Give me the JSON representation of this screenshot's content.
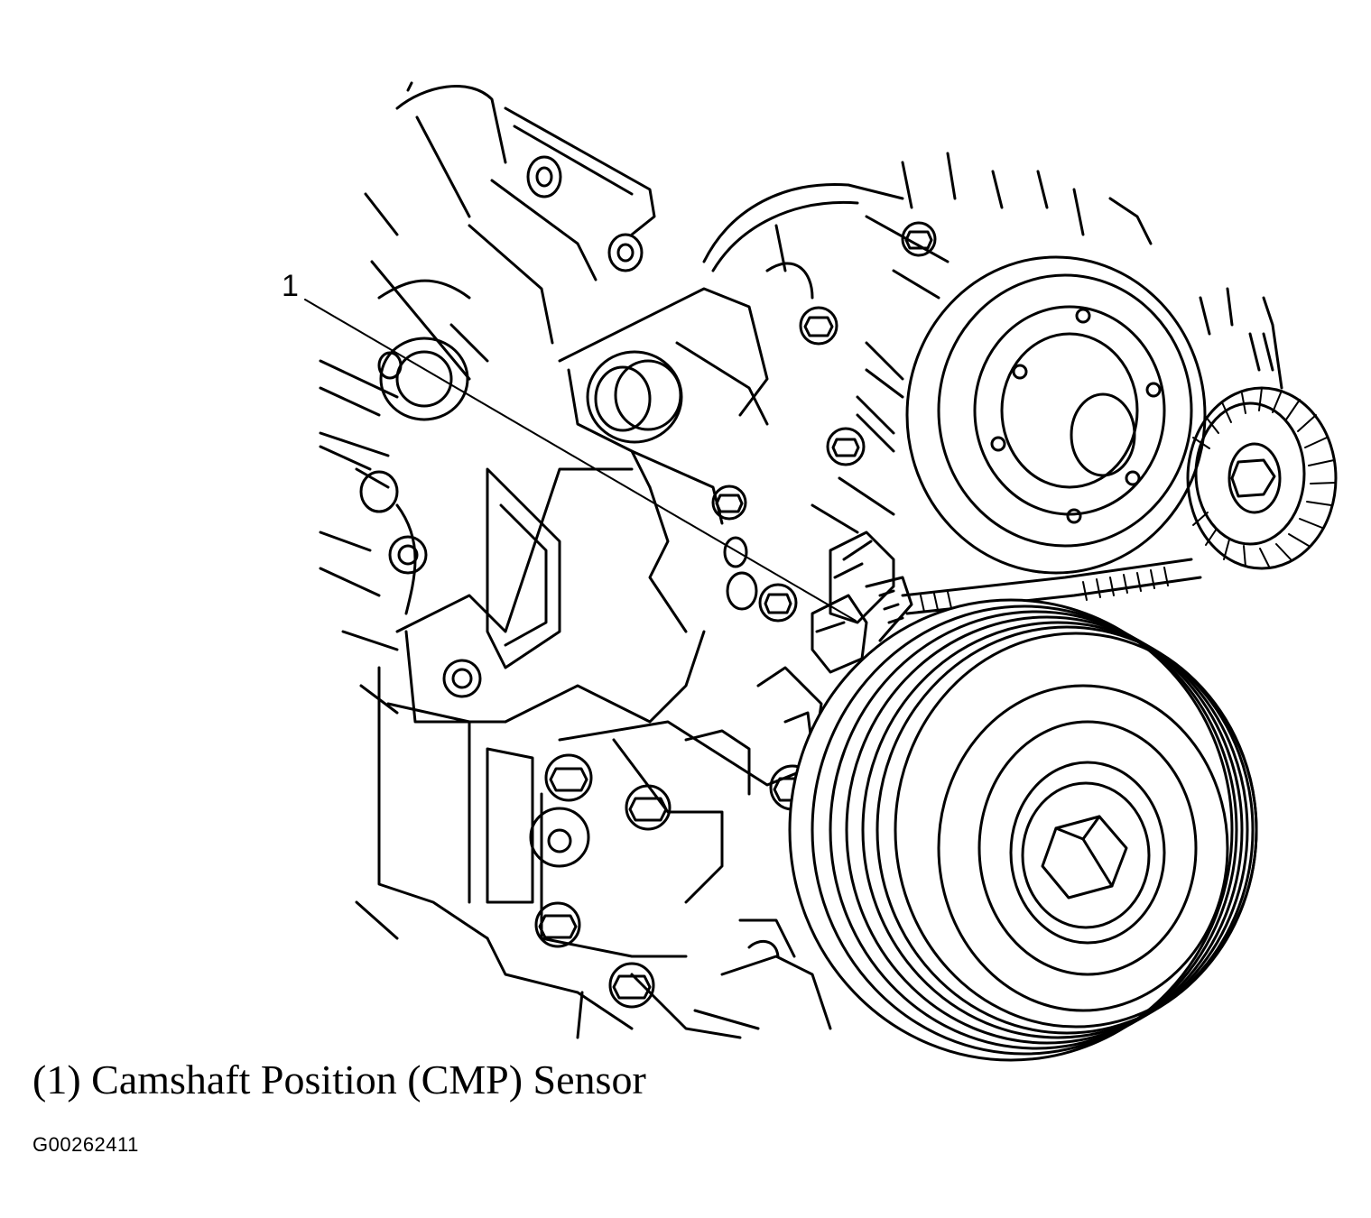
{
  "callout": {
    "number": "1"
  },
  "caption": {
    "text": "(1) Camshaft Position (CMP) Sensor"
  },
  "figure_id": "G00262411",
  "parts": {
    "callout_target": "camshaft-position-sensor"
  }
}
